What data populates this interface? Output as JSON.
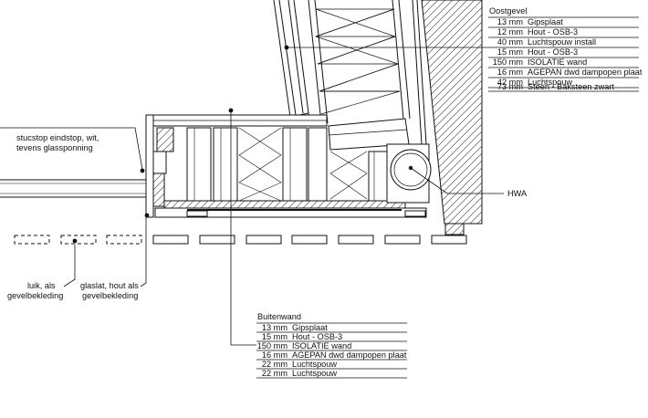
{
  "oostgevel": {
    "title": "Oostgevel",
    "layers": [
      {
        "thickness": "13 mm",
        "material": "Gipsplaat"
      },
      {
        "thickness": "12 mm",
        "material": "Hout - OSB-3"
      },
      {
        "thickness": "40 mm",
        "material": "Luchtspouw install"
      },
      {
        "thickness": "15 mm",
        "material": "Hout - OSB-3"
      },
      {
        "thickness": "150 mm",
        "material": "ISOLATIE wand"
      },
      {
        "thickness": "16 mm",
        "material": "AGEPAN dwd dampopen plaat"
      },
      {
        "thickness": "42 mm",
        "material": "Luchtspouw"
      },
      {
        "thickness": "73 mm",
        "material": "Steen - Baksteen zwart"
      }
    ]
  },
  "buitenwand": {
    "title": "Buitenwand",
    "layers": [
      {
        "thickness": "13 mm",
        "material": "Gipsplaat"
      },
      {
        "thickness": "15 mm",
        "material": "Hout - OSB-3"
      },
      {
        "thickness": "150 mm",
        "material": "ISOLATIE wand"
      },
      {
        "thickness": "16 mm",
        "material": "AGEPAN dwd dampopen plaat"
      },
      {
        "thickness": "22 mm",
        "material": "Luchtspouw"
      },
      {
        "thickness": "22 mm",
        "material": "Luchtspouw"
      }
    ]
  },
  "annotations": {
    "stucstop_line1": "stucstop eindstop, wit,",
    "stucstop_line2": "tevens glassponning",
    "hwa": "HWA",
    "luik_line1": "luik, als",
    "luik_line2": "gevelbekleding",
    "glaslat_line1": "glaslat, hout als",
    "glaslat_line2": "gevelbekleding"
  }
}
